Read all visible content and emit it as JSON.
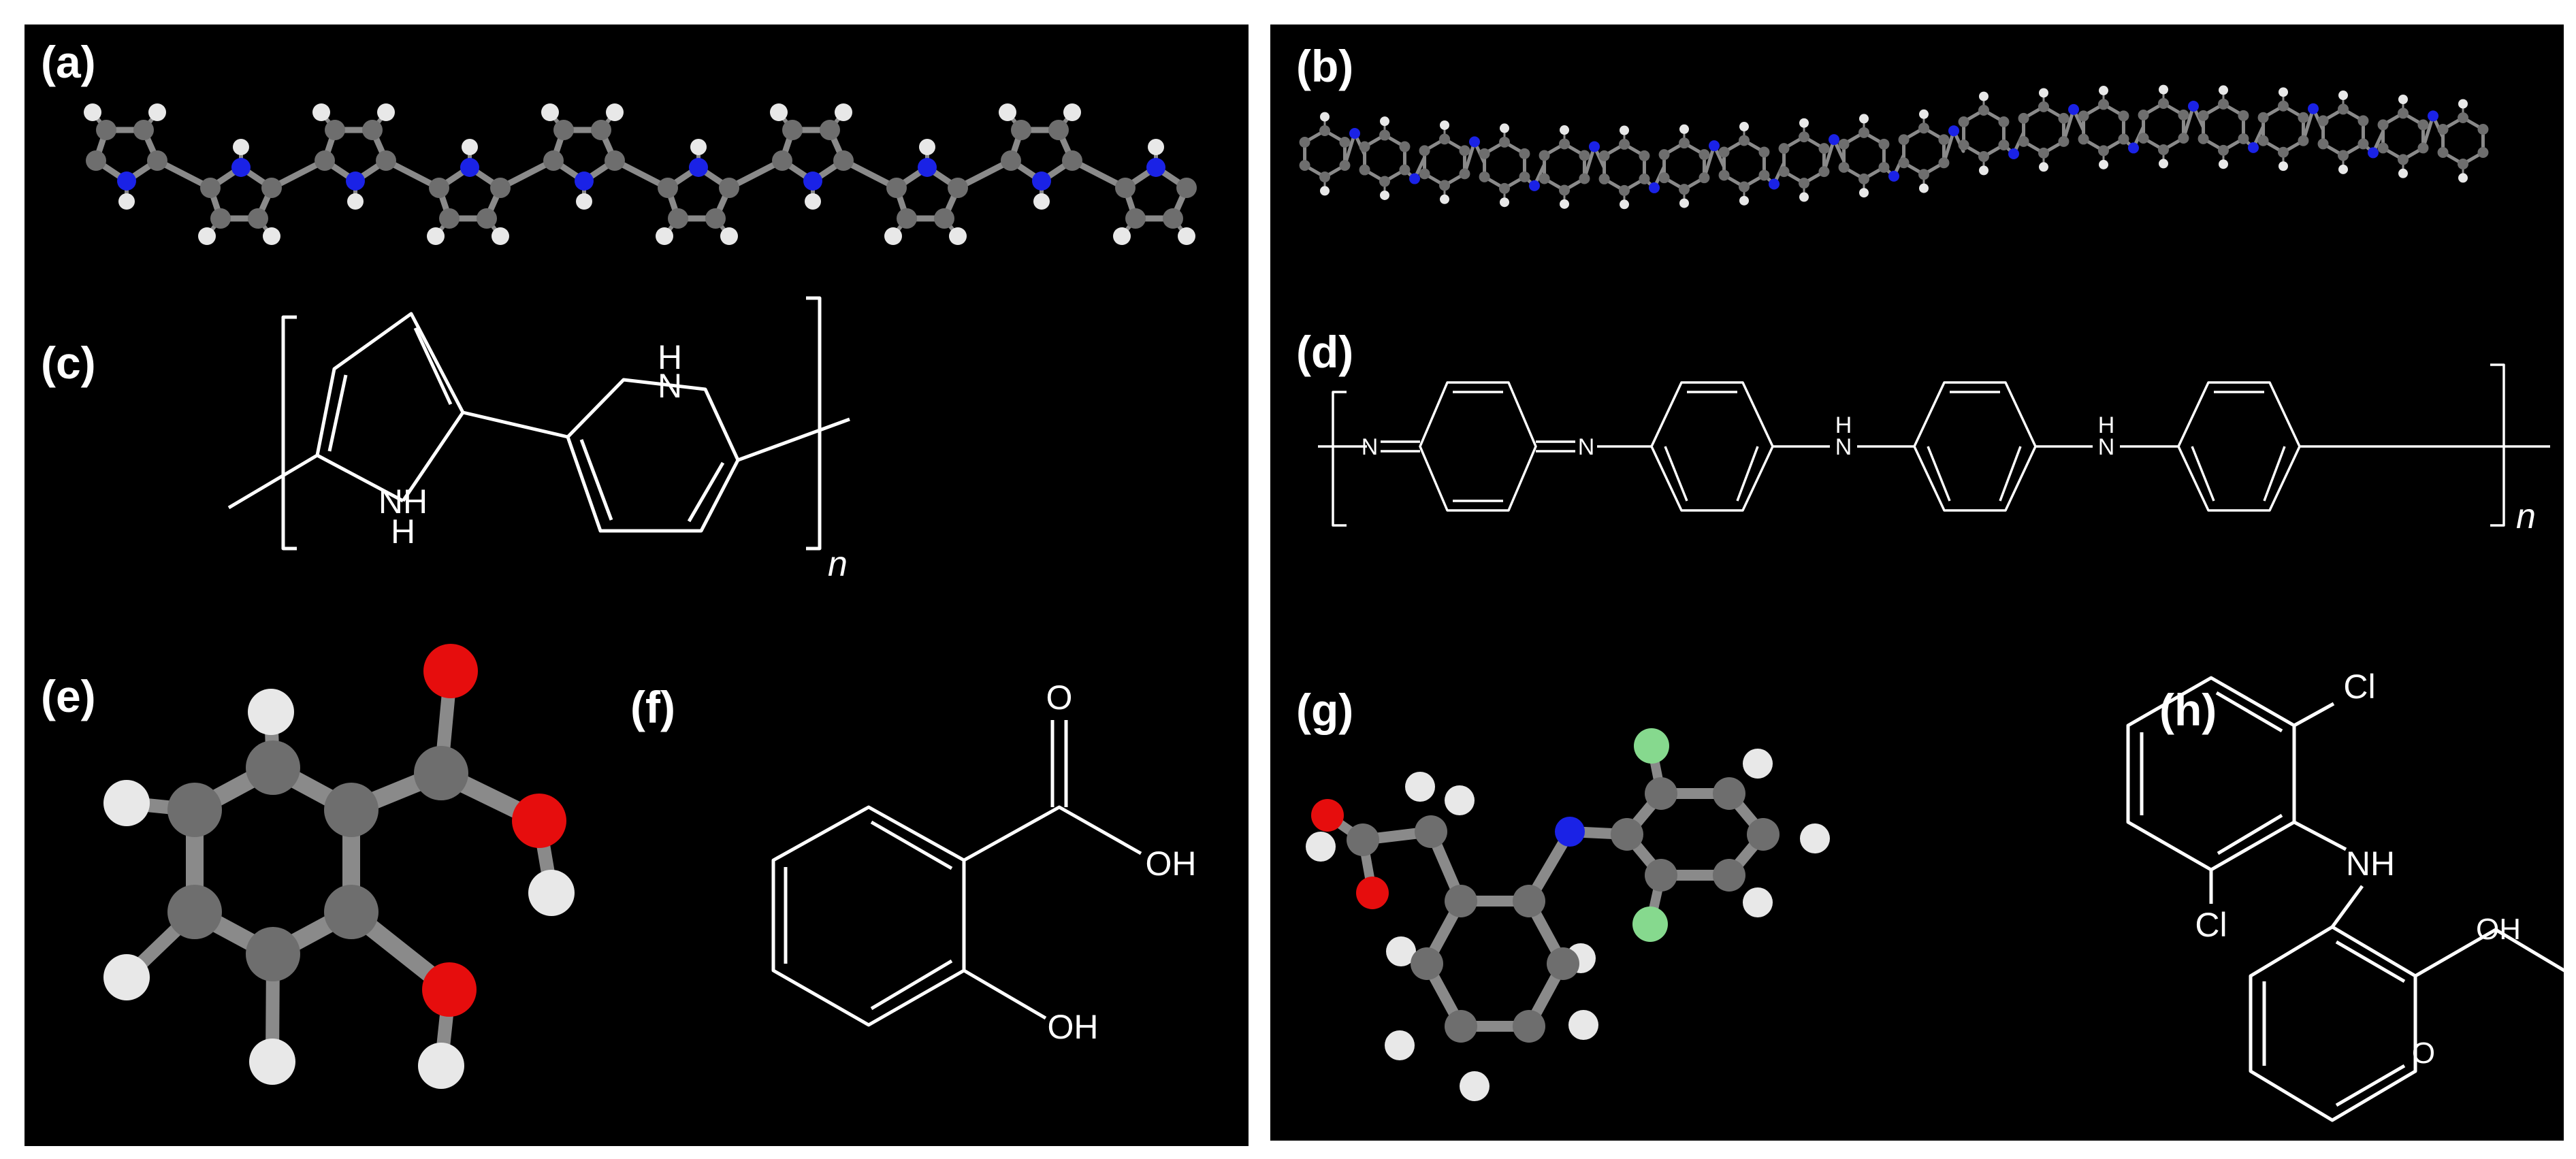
{
  "panel_labels": {
    "a": "(a)",
    "b": "(b)",
    "c": "(c)",
    "d": "(d)",
    "e": "(e)",
    "f": "(f)",
    "g": "(g)",
    "h": "(h)"
  },
  "structures": {
    "c": {
      "nh_top": "H",
      "nh_top_n": "N",
      "nh_bottom": "NH",
      "nh_bottom_h": "H",
      "subscript": "n"
    },
    "d": {
      "n1": "N",
      "n2": "N",
      "nh1_n": "N",
      "nh1_h": "H",
      "nh2_n": "N",
      "nh2_h": "H",
      "subscript": "n"
    },
    "f": {
      "o": "O",
      "oh_acid": "OH",
      "oh_phenol": "OH"
    },
    "h": {
      "cl_top": "Cl",
      "cl_bottom": "Cl",
      "nh": "NH",
      "oh": "OH",
      "o": "O"
    }
  },
  "atom_colors": {
    "carbon": "#6e6e6e",
    "hydrogen": "#e8e8e8",
    "nitrogen": "#1a22e6",
    "oxygen": "#e60d0d",
    "chlorine": "#86d98e",
    "bond": "#8a8a8a"
  }
}
